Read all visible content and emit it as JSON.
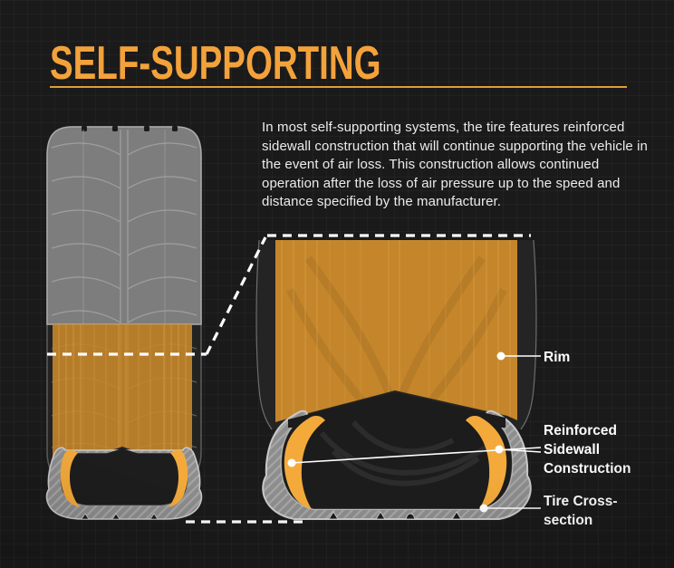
{
  "header": {
    "title": "SELF-SUPPORTING"
  },
  "description": {
    "text": "In most self-supporting systems, the tire features reinforced sidewall construction that will continue supporting the vehicle in the event of air loss. This construction allows continued operation after the loss of air pressure up to the speed and distance specified by the manufacturer."
  },
  "diagram": {
    "labels": {
      "rim": "Rim",
      "sidewall": "Reinforced Sidewall Construction",
      "cross_section": "Tire Cross-section"
    },
    "colors": {
      "background": "#1A1A1A",
      "accent_title": "#F3A23B",
      "rim_fill": "#C5862B",
      "rim_detail_line": "#E2AB52",
      "sidewall_highlight": "#F3AA3B",
      "tread_gray": "#7D7D7D",
      "casing_gray": "#8D8D8D",
      "casing_outline": "#C9C9C9",
      "tire_dark": "#232323",
      "callout": "#FFFFFF",
      "body_text": "#EBEBEB"
    }
  }
}
